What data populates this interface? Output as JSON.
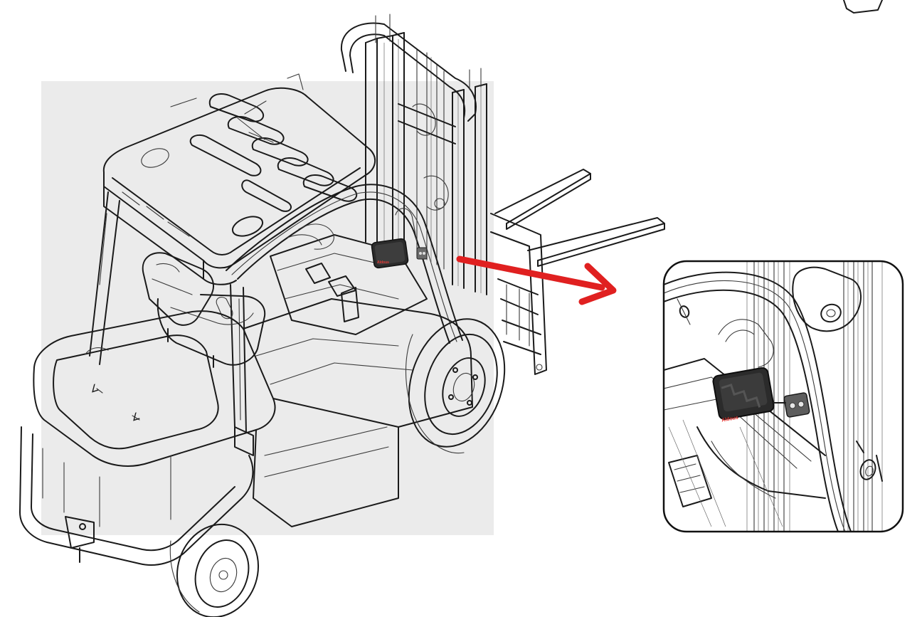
{
  "figure": {
    "subject": "forklift-line-drawing",
    "callout": "device-detail-zoom",
    "colors": {
      "background_panel": "#ebebeb",
      "line": "#1a1a1a",
      "arrow": "#e02020",
      "device_body": "#2b2b2b",
      "device_brand": "#e53935"
    },
    "device": {
      "brand_text": "Aldous"
    }
  }
}
